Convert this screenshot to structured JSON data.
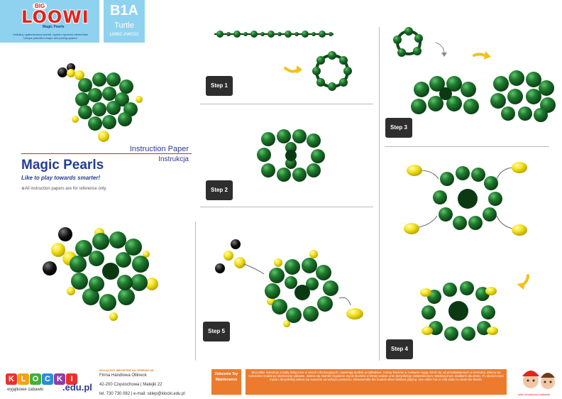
{
  "header": {
    "brand_small": "BIG",
    "brand": "LOOWI",
    "brand_sub": "Magic Pearls",
    "tagline_pl": "Unikalny opatentowany kształt i system łączenia elementów",
    "tagline_en": "Unique patented shape and joining system",
    "model_code": "B1A",
    "model_name": "Turtle",
    "model_sku": "LWMZ-XWG33"
  },
  "intro": {
    "doc_type_en": "Instruction Paper",
    "doc_type_pl": "Instrukcja",
    "title": "Magic Pearls",
    "slogan": "Like to play towards smarter!",
    "note": "※All instruction papers are for reference only."
  },
  "steps": [
    {
      "label": "Step 1"
    },
    {
      "label": "Step 2"
    },
    {
      "label": "Step 3"
    },
    {
      "label": "Step 4"
    },
    {
      "label": "Step 5"
    }
  ],
  "footer": {
    "klocki_letters": [
      "K",
      "L",
      "O",
      "C",
      "K",
      "I"
    ],
    "klocki_colors": [
      "#e8312c",
      "#f5a11b",
      "#45ad3a",
      "#2a8fd6",
      "#8e3fa3",
      "#e8312c"
    ],
    "klocki_sub": "wyjątkowe zabawki",
    "edu": ".edu.pl",
    "importer_label": "WYŁĄCZNY IMPORTER NA TERENIE UE",
    "importer_name": "Firma Handlowa Ollineck",
    "importer_addr": "42-200 Częstochowa | Matejki 22",
    "importer_contact": "tel. 730 730 082 | e-mail: sklep@klocki.edu.pl",
    "toy_label": "Zalecenia Toy Maintenance",
    "maintenance_text": "Wszystkie instrukcje zostały dołączone w celach informacyjnych i zawierają modele przykładowe. Kolory klocków w zestawie mogą różnić się od przedstawionych w instrukcji. Zaleca się rozłożenie modeli po skończonej zabawie. Zaleca się również regularne mycie klocków w letniej wodzie oraz dezynfekcję zatwierdzonym nietoksycznym środkiem dla dzieci. Po skończonym myciu i dezynfekcji zaleca się suszenie na wolnym powietrzu. Disassemble the models when finished playing. Use either hot or cold water to clean the blocks.",
    "kids_sub": "tylko bezpieczne zabawki"
  },
  "colors": {
    "green": "#1f7a2e",
    "dark_green": "#13561f",
    "yellow": "#f4e21a",
    "black": "#111111",
    "accent_blue": "#8fd2ef",
    "title_blue": "#243d92",
    "orange": "#ec7b2e"
  }
}
